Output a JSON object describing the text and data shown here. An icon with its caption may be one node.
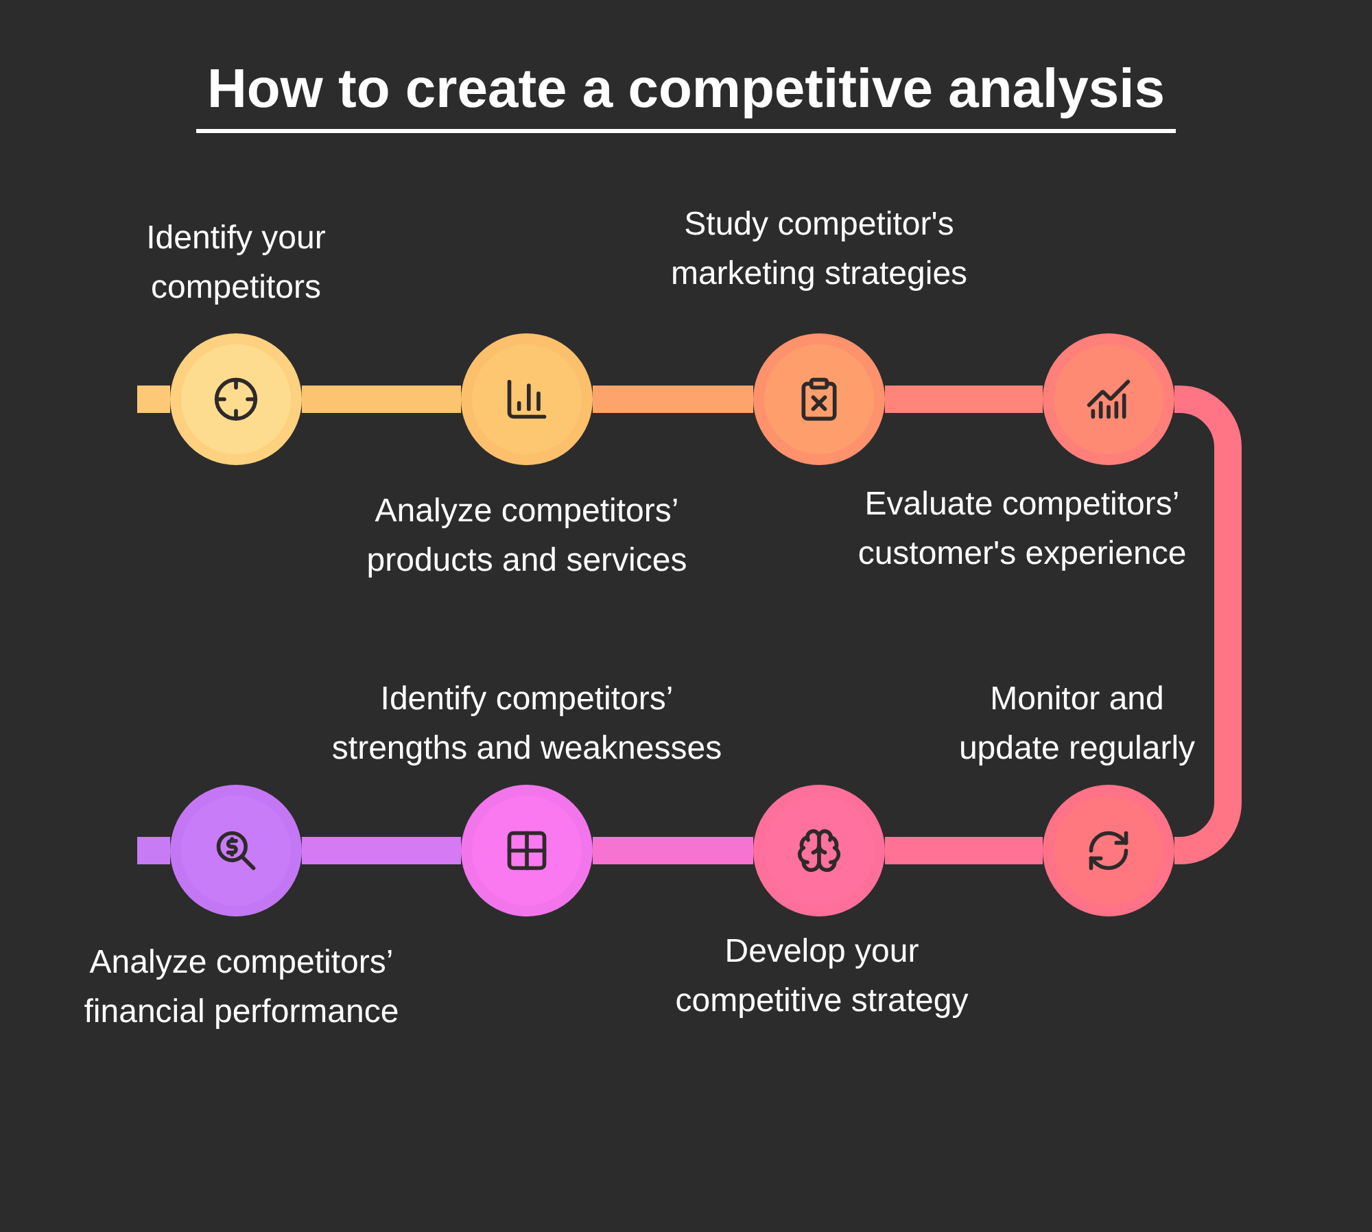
{
  "diagram": {
    "title": "How to create a competitive analysis",
    "nodes": [
      {
        "text": [],
        "shape": "circle",
        "beside": [
          "Identify your competitors"
        ]
      },
      {
        "text": [],
        "shape": "circle",
        "beside": [
          "Analyze competitors’ products and services"
        ]
      },
      {
        "text": [],
        "shape": "circle",
        "beside": [
          "Study competitor's marketing strategies"
        ]
      },
      {
        "text": [],
        "shape": "circle",
        "beside": [
          "Evaluate competitors’ customer's experience"
        ]
      },
      {
        "text": [],
        "shape": "circle",
        "beside": [
          "Monitor and update regularly"
        ]
      },
      {
        "text": [],
        "shape": "circle",
        "beside": [
          "Develop your competitive strategy"
        ]
      },
      {
        "text": [],
        "shape": "circle",
        "beside": [
          "Identify competitors’ strengths and weaknesses"
        ]
      },
      {
        "text": [],
        "shape": "circle",
        "beside": [
          "Analyze competitors’ financial performance"
        ]
      }
    ],
    "edges": [
      {
        "from": null,
        "to": 0,
        "arrow": "none",
        "color": "#fdc977"
      },
      {
        "from": 0,
        "to": 1,
        "arrow": "none",
        "color": "#fcc470"
      },
      {
        "from": 1,
        "to": 2,
        "arrow": "none",
        "color": "#fda46c"
      },
      {
        "from": 2,
        "to": 3,
        "arrow": "none",
        "color": "#ff8479"
      },
      {
        "from": 3,
        "to": 4,
        "arrow": "none",
        "color": "#ff7586"
      },
      {
        "from": 4,
        "to": 5,
        "arrow": "none",
        "color": "#ff7295"
      },
      {
        "from": 5,
        "to": 6,
        "arrow": "none",
        "color": "#f773d2"
      },
      {
        "from": 6,
        "to": 7,
        "arrow": "none",
        "color": "#d57af2"
      },
      {
        "from": 7,
        "to": null,
        "arrow": "none",
        "color": "#c77cf5"
      }
    ]
  }
}
